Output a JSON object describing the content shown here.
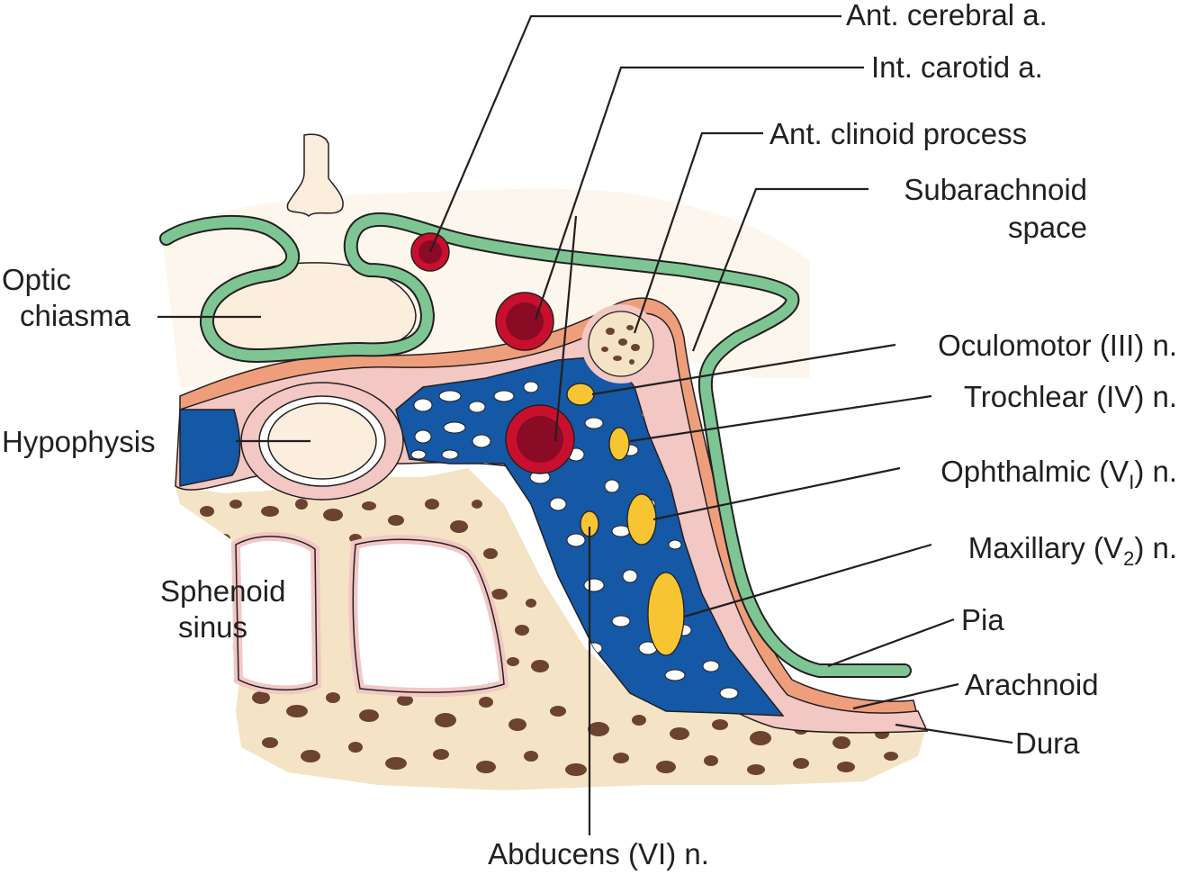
{
  "labels": {
    "ant_cerebral": "Ant. cerebral a.",
    "int_carotid": "Int. carotid a.",
    "ant_clinoid": "Ant. clinoid process",
    "subarachnoid_1": "Subarachnoid",
    "subarachnoid_2": "space",
    "optic_1": "Optic",
    "optic_2": "chiasma",
    "oculomotor": "Oculomotor (III) n.",
    "trochlear": "Trochlear (IV) n.",
    "hypophysis": "Hypophysis",
    "ophthalmic_pre": "Ophthalmic (V",
    "ophthalmic_sub": "I",
    "ophthalmic_post": ") n.",
    "maxillary_pre": "Maxillary (V",
    "maxillary_sub": "2",
    "maxillary_post": ") n.",
    "sphenoid_1": "Sphenoid",
    "sphenoid_2": "sinus",
    "pia": "Pia",
    "arachnoid": "Arachnoid",
    "dura": "Dura",
    "abducens": "Abducens (VI) n."
  },
  "colors": {
    "dura": "#f2c7c4",
    "arachnoid": "#ef9e7c",
    "pia": "#7ec594",
    "sinus_blue": "#1458a6",
    "artery": "#c8102e",
    "nerve": "#f7c531",
    "bone": "#f4e3c5",
    "bone_spots": "#6b4330",
    "brain": "#fbeedd"
  }
}
